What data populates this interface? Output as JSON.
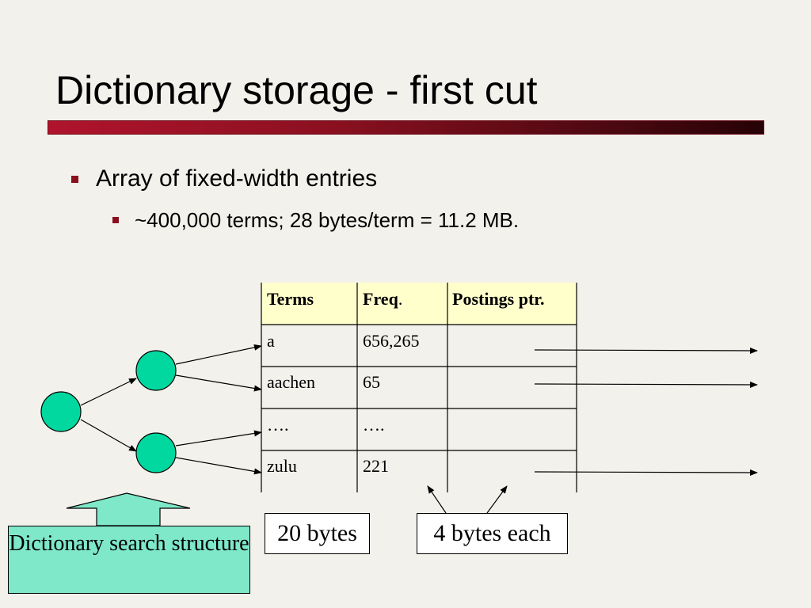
{
  "slide": {
    "title": "Dictionary storage - first cut",
    "bullets": [
      {
        "text": "Array of fixed-width entries"
      },
      {
        "text": "~400,000 terms; 28 bytes/term = 11.2 MB."
      }
    ]
  },
  "table": {
    "headers": {
      "terms": "Terms",
      "freq": "Freq",
      "freq_dot": ".",
      "ptr": "Postings ptr."
    },
    "rows": [
      {
        "term": "a",
        "freq": "656,265"
      },
      {
        "term": "aachen",
        "freq": "65"
      },
      {
        "term": "….",
        "freq": "…."
      },
      {
        "term": "zulu",
        "freq": "221"
      }
    ],
    "header_color": "#ffffcc"
  },
  "labels": {
    "term_width": "20 bytes",
    "field_width": "4 bytes each",
    "search_structure": "Dictionary search structure"
  },
  "colors": {
    "accent": "#8a0f1e",
    "node_fill": "#00d8a0",
    "search_box_fill": "#7ee8c8"
  }
}
